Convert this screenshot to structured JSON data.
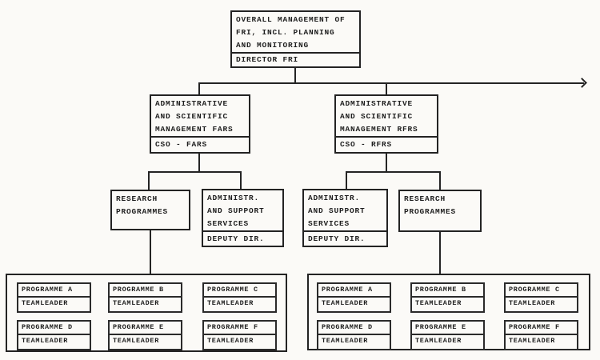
{
  "diagram_type": "organizational-chart",
  "colors": {
    "ink": "#242424",
    "paper": "#fbfaf7"
  },
  "root": {
    "lines": [
      "OVERALL MANAGEMENT OF",
      "FRI, INCL. PLANNING",
      "AND MONITORING"
    ],
    "role": "DIRECTOR FRI"
  },
  "branches": {
    "fars": {
      "lines": [
        "ADMINISTRATIVE",
        "AND SCIENTIFIC",
        "MANAGEMENT FARS"
      ],
      "role": "CSO - FARS"
    },
    "rfrs": {
      "lines": [
        "ADMINISTRATIVE",
        "AND SCIENTIFIC",
        "MANAGEMENT RFRS"
      ],
      "role": "CSO - RFRS"
    }
  },
  "units": {
    "research_fars": {
      "lines": [
        "RESEARCH",
        "PROGRAMMES"
      ]
    },
    "admin_fars": {
      "lines": [
        "ADMINISTR.",
        "AND SUPPORT",
        "SERVICES"
      ],
      "role": "DEPUTY DIR."
    },
    "admin_rfrs": {
      "lines": [
        "ADMINISTR.",
        "AND SUPPORT",
        "SERVICES"
      ],
      "role": "DEPUTY DIR."
    },
    "research_rfrs": {
      "lines": [
        "RESEARCH",
        "PROGRAMMES"
      ]
    }
  },
  "programme_groups": {
    "fars": {
      "items": [
        {
          "title": "PROGRAMME A",
          "role": "TEAMLEADER"
        },
        {
          "title": "PROGRAMME B",
          "role": "TEAMLEADER"
        },
        {
          "title": "PROGRAMME C",
          "role": "TEAMLEADER"
        },
        {
          "title": "PROGRAMME D",
          "role": "TEAMLEADER"
        },
        {
          "title": "PROGRAMME E",
          "role": "TEAMLEADER"
        },
        {
          "title": "PROGRAMME F",
          "role": "TEAMLEADER"
        }
      ]
    },
    "rfrs": {
      "items": [
        {
          "title": "PROGRAMME A",
          "role": "TEAMLEADER"
        },
        {
          "title": "PROGRAMME B",
          "role": "TEAMLEADER"
        },
        {
          "title": "PROGRAMME C",
          "role": "TEAMLEADER"
        },
        {
          "title": "PROGRAMME D",
          "role": "TEAMLEADER"
        },
        {
          "title": "PROGRAMME E",
          "role": "TEAMLEADER"
        },
        {
          "title": "PROGRAMME F",
          "role": "TEAMLEADER"
        }
      ]
    }
  }
}
